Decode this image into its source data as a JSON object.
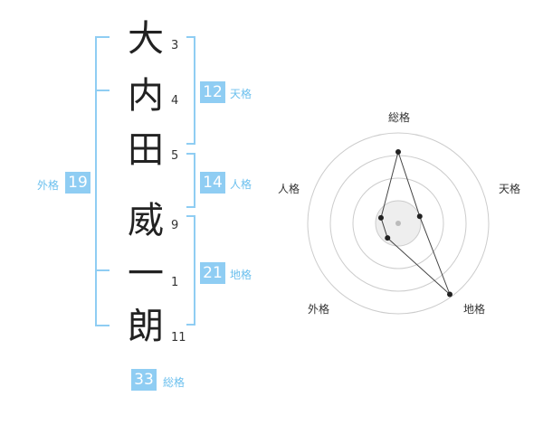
{
  "name_chars": [
    {
      "char": "大",
      "strokes": "3"
    },
    {
      "char": "内",
      "strokes": "4"
    },
    {
      "char": "田",
      "strokes": "5"
    },
    {
      "char": "威",
      "strokes": "9"
    },
    {
      "char": "一",
      "strokes": "1"
    },
    {
      "char": "朗",
      "strokes": "11"
    }
  ],
  "kakusu": {
    "tenkaku": {
      "value": "12",
      "label": "天格"
    },
    "jinkaku": {
      "value": "14",
      "label": "人格"
    },
    "chikaku": {
      "value": "21",
      "label": "地格"
    },
    "gaikaku": {
      "value": "19",
      "label": "外格"
    },
    "soukaku": {
      "value": "33",
      "label": "総格"
    }
  },
  "chart_data": {
    "type": "radar",
    "axes": [
      "総格",
      "天格",
      "地格",
      "外格",
      "人格"
    ],
    "values": [
      0.79,
      0.25,
      0.97,
      0.2,
      0.2
    ],
    "rings": 4,
    "colors": {
      "ring": "#cccccc",
      "line": "#444444",
      "point": "#222222",
      "fill": "#eeeeee",
      "center": "#bbbbbb"
    }
  },
  "colors": {
    "accent": "#8fcdf3",
    "label": "#6cc0ee"
  }
}
